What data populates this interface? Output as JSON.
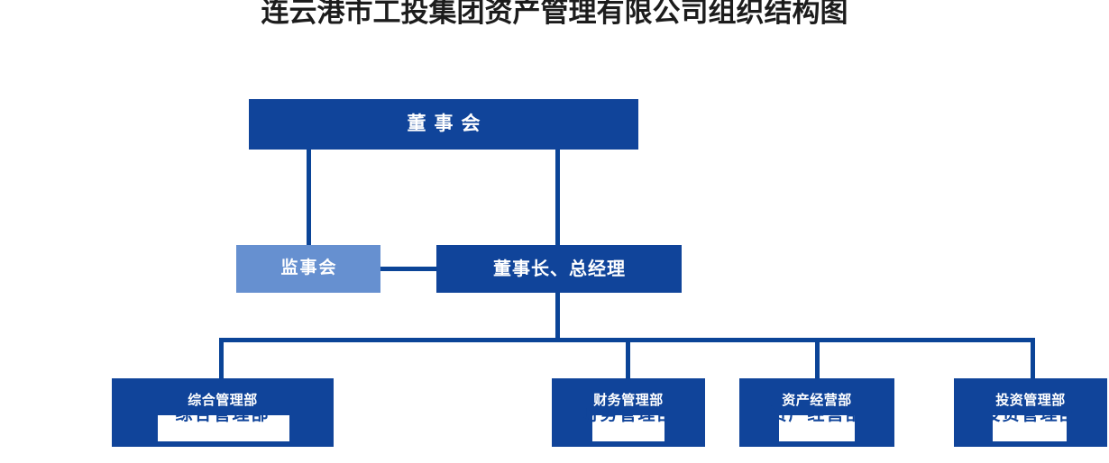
{
  "title": "连云港市工投集团资产管理有限公司组织结构图",
  "colors": {
    "primary_dark_blue": "#10449a",
    "secondary_light_blue": "#6690d0",
    "connector_blue": "#0b4497",
    "title_text": "#1c1c1c",
    "node_text": "#ffffff",
    "overlay_background": "#ffffff"
  },
  "chart_data": {
    "type": "diagram",
    "title": "连云港市工投集团资产管理有限公司组织结构图",
    "nodes": [
      {
        "id": "board",
        "label": "董事会",
        "level": 1,
        "style": "dark"
      },
      {
        "id": "supervisor",
        "label": "监事会",
        "level": 2,
        "style": "light"
      },
      {
        "id": "chairman",
        "label": "董事长、总经理",
        "level": 2,
        "style": "dark"
      },
      {
        "id": "dept1",
        "label": "综合管理部",
        "level": 3,
        "style": "dark"
      },
      {
        "id": "dept2",
        "label": "财务管理部",
        "level": 3,
        "style": "dark"
      },
      {
        "id": "dept3",
        "label": "资产经营部",
        "level": 3,
        "style": "dark"
      },
      {
        "id": "dept4",
        "label": "投资管理部",
        "level": 3,
        "style": "dark"
      }
    ],
    "edges": [
      {
        "from": "board",
        "to": "supervisor"
      },
      {
        "from": "board",
        "to": "chairman"
      },
      {
        "from": "supervisor",
        "to": "chairman",
        "kind": "horizontal"
      },
      {
        "from": "chairman",
        "to": "dept1"
      },
      {
        "from": "chairman",
        "to": "dept2"
      },
      {
        "from": "chairman",
        "to": "dept3"
      },
      {
        "from": "chairman",
        "to": "dept4"
      }
    ]
  },
  "nodes": {
    "board": {
      "label": "董事会"
    },
    "supervisor": {
      "label": "监事会"
    },
    "chairman": {
      "label": "董事长、总经理"
    },
    "dept1": {
      "label": "综合管理部",
      "overlay_label": "综合管理部"
    },
    "dept2": {
      "label": "财务管理部",
      "overlay_label": "财务管理部"
    },
    "dept3": {
      "label": "资产经营部",
      "overlay_label": "资产经营部"
    },
    "dept4": {
      "label": "投资管理部",
      "overlay_label": "投资管理部"
    }
  }
}
